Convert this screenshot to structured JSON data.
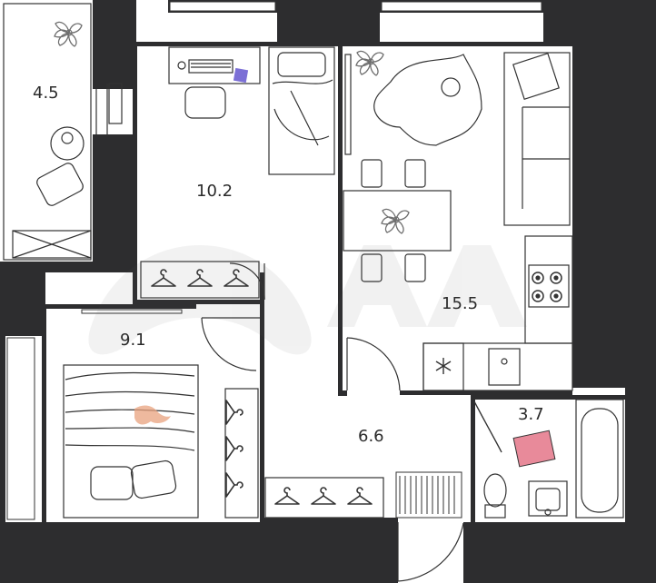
{
  "colors": {
    "wall": "#2d2d2f",
    "line": "#333333",
    "accent_pink": "#e88a9a",
    "accent_peach": "#e8a27e",
    "accent_purple": "#7b6fd6",
    "plant": "#6f6f6f"
  },
  "rooms": [
    {
      "id": "balcony",
      "area": "4.5"
    },
    {
      "id": "office",
      "area": "10.2"
    },
    {
      "id": "living-kitchen",
      "area": "15.5"
    },
    {
      "id": "bedroom",
      "area": "9.1"
    },
    {
      "id": "hall",
      "area": "6.6"
    },
    {
      "id": "bathroom",
      "area": "3.7"
    }
  ],
  "icons": [
    "plant-icon",
    "snowflake-icon",
    "flower-bouquet-icon",
    "hanger-icon",
    "bird-icon"
  ]
}
